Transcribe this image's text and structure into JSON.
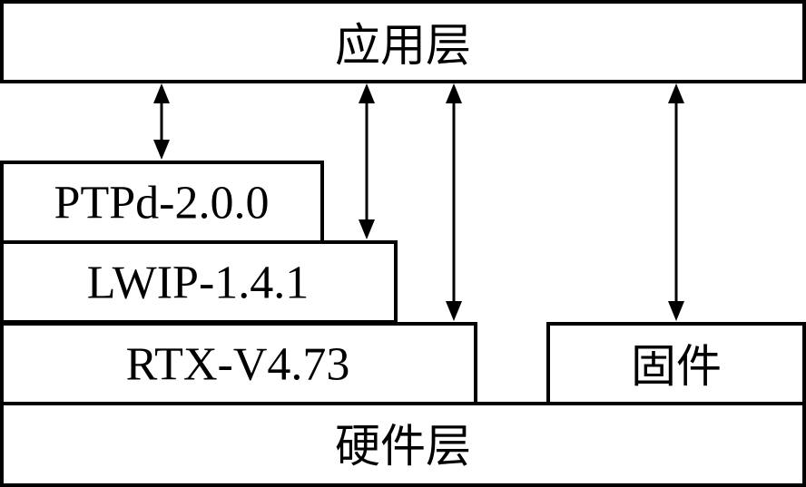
{
  "layers": {
    "application": "应用层",
    "ptpd": "PTPd-2.0.0",
    "lwip": "LWIP-1.4.1",
    "rtx": "RTX-V4.73",
    "firmware": "固件",
    "hardware": "硬件层"
  },
  "connections": [
    {
      "from": "application-layer",
      "to": "ptpd-layer",
      "direction": "bidirectional"
    },
    {
      "from": "application-layer",
      "to": "lwip-layer",
      "direction": "bidirectional"
    },
    {
      "from": "application-layer",
      "to": "rtx-layer",
      "direction": "bidirectional"
    },
    {
      "from": "application-layer",
      "to": "firmware-block",
      "direction": "bidirectional"
    }
  ],
  "colors": {
    "stroke": "#000000",
    "fill": "#ffffff"
  }
}
